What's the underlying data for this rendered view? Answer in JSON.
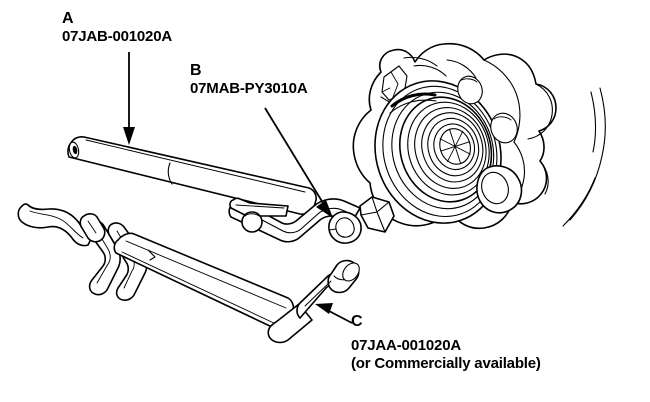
{
  "figure": {
    "type": "technical-line-illustration",
    "subject": "Special service tools with wheel hub bearing assembly",
    "background_color": "#ffffff",
    "line_color": "#000000"
  },
  "labels": [
    {
      "key": "A",
      "letter": "A",
      "code": "07JAB-001020A",
      "note": "",
      "points_to": "long-tapered-driver-handle"
    },
    {
      "key": "B",
      "letter": "B",
      "code": "07MAB-PY3010A",
      "note": "",
      "points_to": "bent-arm-attachment"
    },
    {
      "key": "C",
      "letter": "C",
      "code": "07JAA-001020A",
      "note": "(or Commercially available)",
      "points_to": "slide-hammer-puller"
    }
  ],
  "parts": [
    {
      "id": "tool-a",
      "name": "Driver handle bar",
      "label": "A"
    },
    {
      "id": "tool-b",
      "name": "Bent arm with hex end",
      "label": "B"
    },
    {
      "id": "tool-c",
      "name": "Slide hammer puller with T-handle",
      "label": "C"
    },
    {
      "id": "hub-assembly",
      "name": "Wheel hub bearing assembly",
      "label": ""
    }
  ],
  "leaders": [
    {
      "for": "A",
      "style": "straight-arrow",
      "direction": "down"
    },
    {
      "for": "B",
      "style": "straight-arrow",
      "direction": "down-right"
    },
    {
      "for": "C",
      "style": "straight-arrow",
      "direction": "up-left"
    }
  ]
}
